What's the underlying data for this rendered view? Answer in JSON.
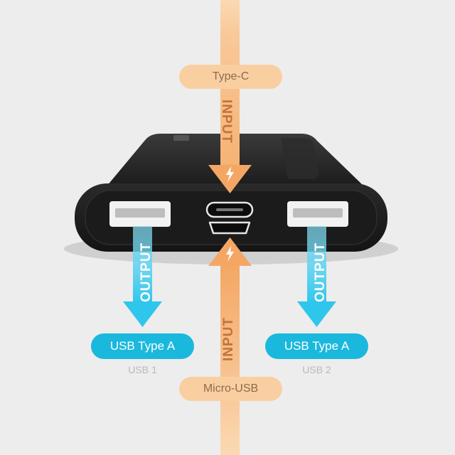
{
  "inputs": {
    "top": {
      "connector": "Type-C",
      "label": "INPUT"
    },
    "bottom": {
      "connector": "Micro-USB",
      "label": "INPUT"
    }
  },
  "outputs": [
    {
      "connector": "USB Type A",
      "port": "USB 1",
      "label": "OUTPUT"
    },
    {
      "connector": "USB Type A",
      "port": "USB 2",
      "label": "OUTPUT"
    }
  ],
  "colors": {
    "input_arrow": "#f4a764",
    "input_pill": "#f9cfa2",
    "output_arrow": "#2fc6ec",
    "output_pill": "#1ab8dc",
    "background": "#ededed",
    "device": "#1e1e1e"
  },
  "icons": [
    "lightning-icon",
    "usb-c-port-icon",
    "micro-usb-port-icon",
    "usb-a-port-icon"
  ]
}
